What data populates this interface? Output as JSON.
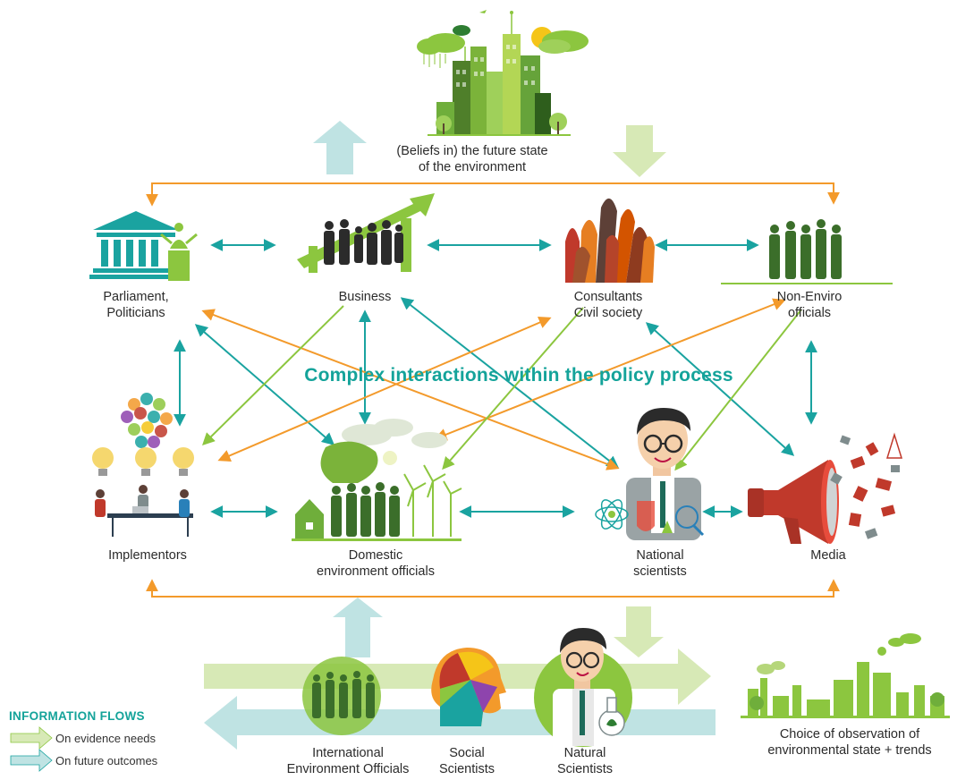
{
  "title": "Complex interactions within the policy process",
  "nodes": {
    "future_state": "(Beliefs in) the future state\nof the environment",
    "parliament": "Parliament,\nPoliticians",
    "business": "Business",
    "consultants": "Consultants\nCivil society",
    "non_enviro": "Non-Enviro\nofficials",
    "implementors": "Implementors",
    "domestic": "Domestic\nenvironment officials",
    "national_sci": "National\nscientists",
    "media": "Media",
    "intl": "International\nEnvironment Officials",
    "social": "Social\nScientists",
    "natural": "Natural\nScientists",
    "observation": "Choice of observation of\nenvironmental state + trends"
  },
  "legend": {
    "title": "INFORMATION FLOWS",
    "evidence": "On evidence needs",
    "future": "On future outcomes"
  },
  "colors": {
    "teal": "#1aa3a0",
    "orange": "#f39a2b",
    "green": "#8cc63f",
    "pale_green": "#d7e9b6",
    "pale_teal": "#bfe3e3",
    "title": "#14a39a"
  }
}
